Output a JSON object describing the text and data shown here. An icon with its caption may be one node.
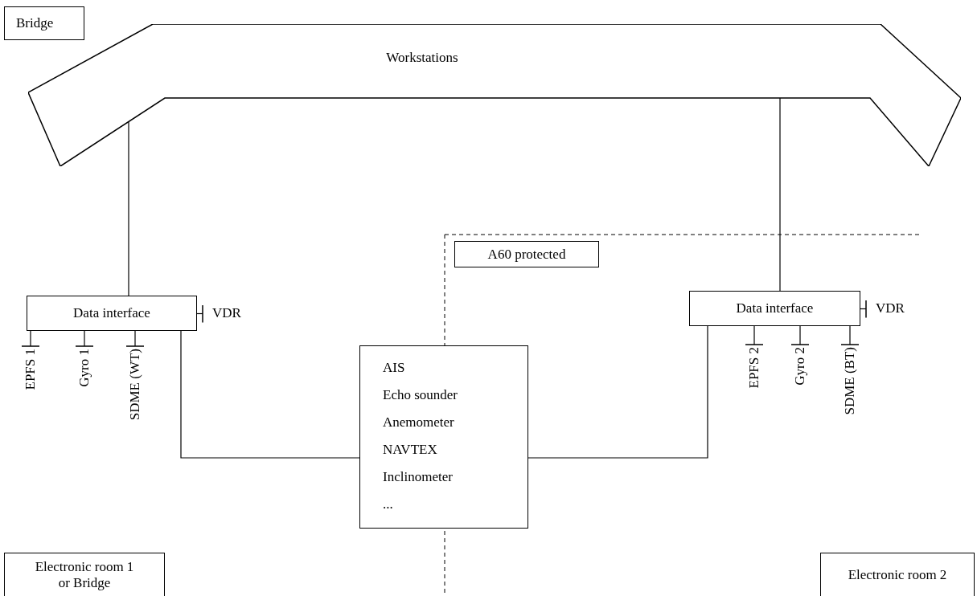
{
  "diagram": {
    "nodes": [
      {
        "text": [
          "Bridge"
        ]
      },
      {
        "text": [
          "Workstations"
        ]
      },
      {
        "text": [
          "A60 protected"
        ]
      },
      {
        "text": [
          "Data interface"
        ]
      },
      {
        "text": [
          "VDR"
        ]
      },
      {
        "text": [
          "Data interface"
        ]
      },
      {
        "text": [
          "VDR"
        ]
      },
      {
        "text": [
          "EPFS 1"
        ]
      },
      {
        "text": [
          "Gyro 1"
        ]
      },
      {
        "text": [
          "SDME (WT)"
        ]
      },
      {
        "text": [
          "AIS",
          "Echo sounder",
          "Anemometer",
          "NAVTEX",
          "Inclinometer",
          "..."
        ]
      },
      {
        "text": [
          "EPFS 2"
        ]
      },
      {
        "text": [
          "Gyro 2"
        ]
      },
      {
        "text": [
          "SDME (BT)"
        ]
      },
      {
        "text": [
          "Electronic room 1 or Bridge"
        ]
      },
      {
        "text": [
          "Electronic room 2"
        ]
      }
    ],
    "edges": [
      {
        "from": 1,
        "to": 3,
        "arrow": "none"
      },
      {
        "from": 1,
        "to": 5,
        "arrow": "none"
      },
      {
        "from": 3,
        "to": 4,
        "arrow": "other"
      },
      {
        "from": 3,
        "to": 7,
        "arrow": "other"
      },
      {
        "from": 3,
        "to": 8,
        "arrow": "other"
      },
      {
        "from": 3,
        "to": 9,
        "arrow": "other"
      },
      {
        "from": 3,
        "to": 10,
        "arrow": "none"
      },
      {
        "from": 10,
        "to": 5,
        "arrow": "none"
      },
      {
        "from": 5,
        "to": 6,
        "arrow": "other"
      },
      {
        "from": 5,
        "to": 11,
        "arrow": "other"
      },
      {
        "from": 5,
        "to": 12,
        "arrow": "other"
      },
      {
        "from": 5,
        "to": 13,
        "arrow": "other"
      }
    ]
  }
}
